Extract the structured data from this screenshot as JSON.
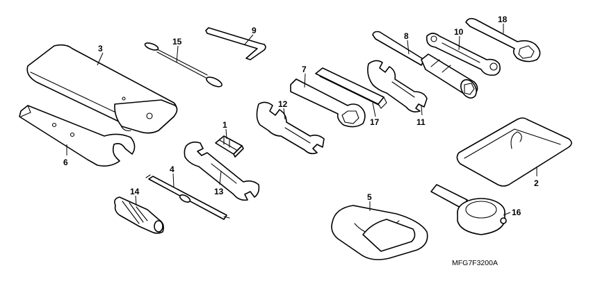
{
  "diagram": {
    "drawing_code": "MFG7F3200A",
    "callouts": [
      "1",
      "2",
      "3",
      "4",
      "5",
      "6",
      "7",
      "8",
      "9",
      "10",
      "11",
      "12",
      "13",
      "14",
      "15",
      "16",
      "17",
      "18"
    ]
  }
}
